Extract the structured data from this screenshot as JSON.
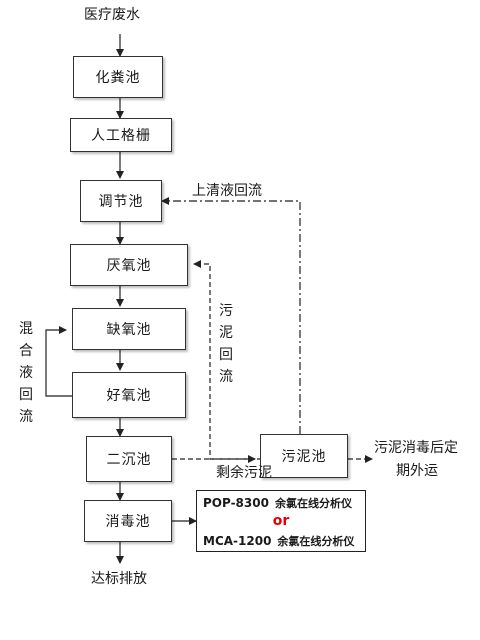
{
  "diagram": {
    "source_label": "医疗废水",
    "output_label": "达标排放",
    "boxes": {
      "septic_tank": "化粪池",
      "bar_screen": "人工格栅",
      "equalization_tank": "调节池",
      "anaerobic_tank": "厌氧池",
      "anoxic_tank": "缺氧池",
      "aerobic_tank": "好氧池",
      "secondary_clarifier": "二沉池",
      "disinfection_tank": "消毒池",
      "sludge_tank": "污泥池"
    },
    "flow_labels": {
      "supernatant_return": "上清液回流",
      "sludge_return": "污泥回流",
      "mixed_liquor_return": "混合液回流",
      "excess_sludge": "剩余污泥",
      "sludge_disposal_line1": "污泥消毒后定",
      "sludge_disposal_line2": "期外运"
    },
    "analyzer": {
      "model_1": "POP-8300",
      "instrument_1": "余氯在线分析仪",
      "or_text": "or",
      "model_2": "MCA-1200",
      "instrument_2": "余氯在线分析仪"
    },
    "colors": {
      "line": "#222222",
      "or_accent": "#e60000"
    }
  }
}
